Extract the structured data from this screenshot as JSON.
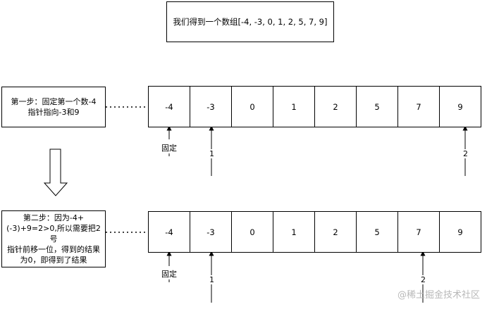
{
  "title": "我们得到一个数组[-4, -3, 0, 1, 2, 5, 7, 9]",
  "array": [
    "-4",
    "-3",
    "0",
    "1",
    "2",
    "5",
    "7",
    "9"
  ],
  "step1": {
    "text": "第一步：固定第一个数-4\n指针指向-3和9"
  },
  "step2": {
    "text": "第二步：因为-4+\n(-3)+9=2>0,所以需要把2号\n指针前移一位，得到的结果\n为0，即得到了结果"
  },
  "labels": {
    "fixed": "固定",
    "pointer1": "1",
    "pointer2": "2"
  },
  "watermark": "@稀土掘金技术社区"
}
